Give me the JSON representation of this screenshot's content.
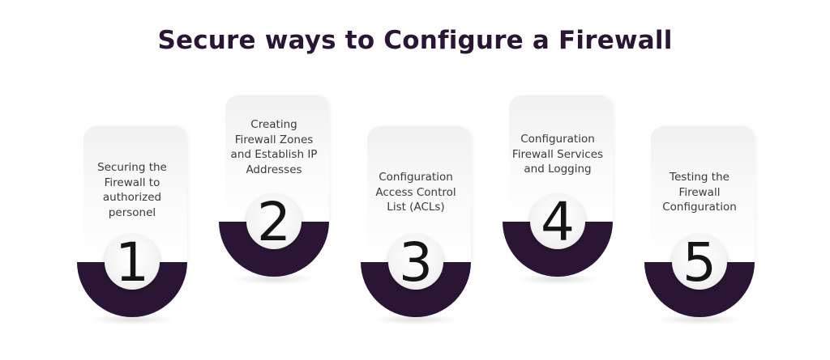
{
  "title": "Secure ways to Configure a Firewall",
  "steps": [
    {
      "number": "1",
      "label": "Securing the Firewall to authorized personel"
    },
    {
      "number": "2",
      "label": "Creating Firewall Zones and Establish IP Addresses"
    },
    {
      "number": "3",
      "label": "Configuration Access Control List (ACLs)"
    },
    {
      "number": "4",
      "label": "Configuration Firewall Services and Logging"
    },
    {
      "number": "5",
      "label": "Testing the Firewall Configuration"
    }
  ],
  "colors": {
    "accent": "#2a1634",
    "text": "#3a3a3a",
    "card": "#f1f1f1"
  }
}
